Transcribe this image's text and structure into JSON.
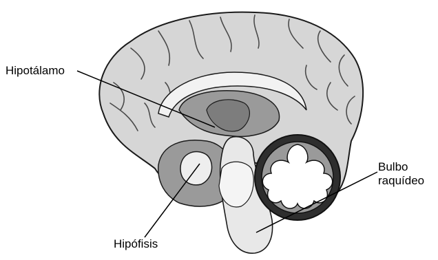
{
  "labels": {
    "hipotalamo": "Hipotálamo",
    "hipofisis": "Hipófisis",
    "bulbo_line1": "Bulbo",
    "bulbo_line2": "raquídeo"
  },
  "colors": {
    "cortex": "#d6d6d6",
    "sulci": "#4a4a4a",
    "midbrain": "#9a9a9a",
    "brainstem": "#e8e8e8",
    "cerebellum": "#2e2e2e",
    "outline": "#1a1a1a"
  }
}
